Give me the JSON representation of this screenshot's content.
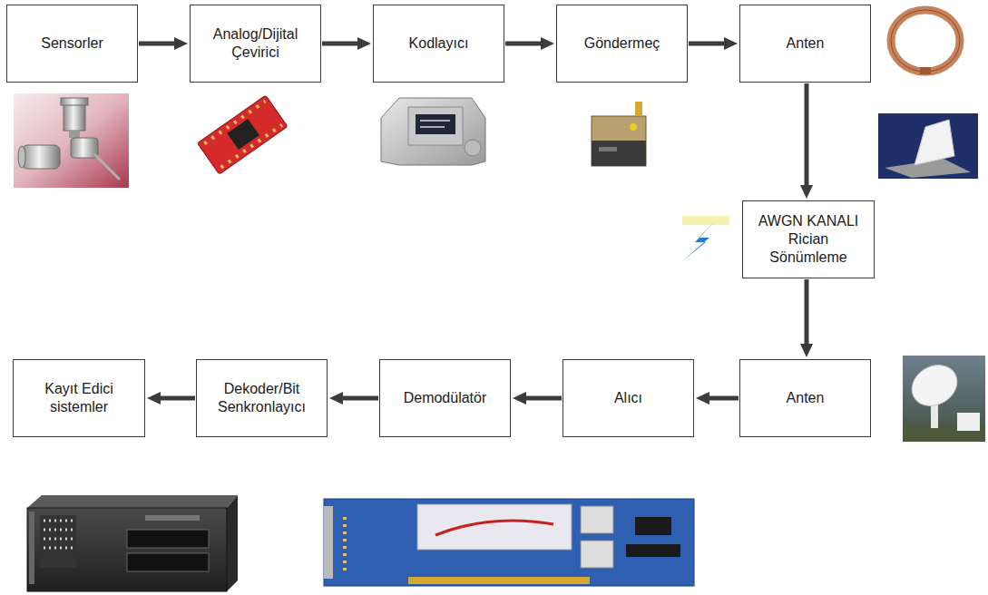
{
  "diagram": {
    "nodes": [
      {
        "text": [
          "Sensorler"
        ]
      },
      {
        "text": [
          "Analog/Dijital Çevirici"
        ]
      },
      {
        "text": [
          "Kodlayıcı"
        ]
      },
      {
        "text": [
          "Göndermeç"
        ]
      },
      {
        "text": [
          "Anten"
        ]
      },
      {
        "text": [
          "AWGN KANALI Rician Sönümleme"
        ]
      },
      {
        "text": [
          "Anten"
        ]
      },
      {
        "text": [
          "Alıcı"
        ]
      },
      {
        "text": [
          "Demodülatör"
        ]
      },
      {
        "text": [
          "Dekoder/Bit Senkronlayıcı"
        ]
      },
      {
        "text": [
          "Kayıt Edici sistemler"
        ]
      }
    ],
    "edges": [
      {
        "from": 0,
        "to": 1,
        "arrow": "to"
      },
      {
        "from": 1,
        "to": 2,
        "arrow": "to"
      },
      {
        "from": 2,
        "to": 3,
        "arrow": "to"
      },
      {
        "from": 3,
        "to": 4,
        "arrow": "to"
      },
      {
        "from": 4,
        "to": 5,
        "arrow": "to"
      },
      {
        "from": 5,
        "to": 6,
        "arrow": "to"
      },
      {
        "from": 6,
        "to": 7,
        "arrow": "to"
      },
      {
        "from": 7,
        "to": 8,
        "arrow": "to"
      },
      {
        "from": 8,
        "to": 9,
        "arrow": "to"
      },
      {
        "from": 9,
        "to": 10,
        "arrow": "to"
      }
    ]
  }
}
